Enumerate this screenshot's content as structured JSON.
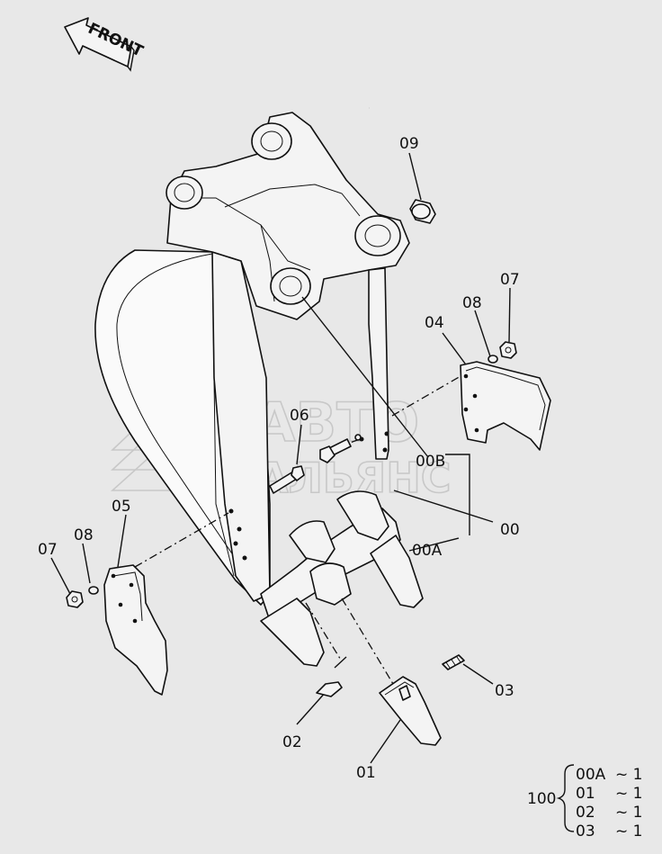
{
  "front_arrow": {
    "text": "FRONT",
    "icon": "front-arrow-icon"
  },
  "watermark": {
    "line1": "АВТО",
    "line2": "АЛЬЯНС"
  },
  "part_labels": {
    "l09": "09",
    "l07_right": "07",
    "l08_right": "08",
    "l04": "04",
    "l06": "06",
    "l00b": "00B",
    "l00": "00",
    "l00a": "00A",
    "l05": "05",
    "l07_left": "07",
    "l08_left": "08",
    "l03": "03",
    "l02": "02",
    "l01": "01"
  },
  "assembly_table": {
    "group": "100",
    "rows": [
      {
        "part": "00A",
        "qty": "~ 1"
      },
      {
        "part": "01",
        "qty": "~ 1"
      },
      {
        "part": "02",
        "qty": "~ 1"
      },
      {
        "part": "03",
        "qty": "~ 1"
      }
    ]
  }
}
